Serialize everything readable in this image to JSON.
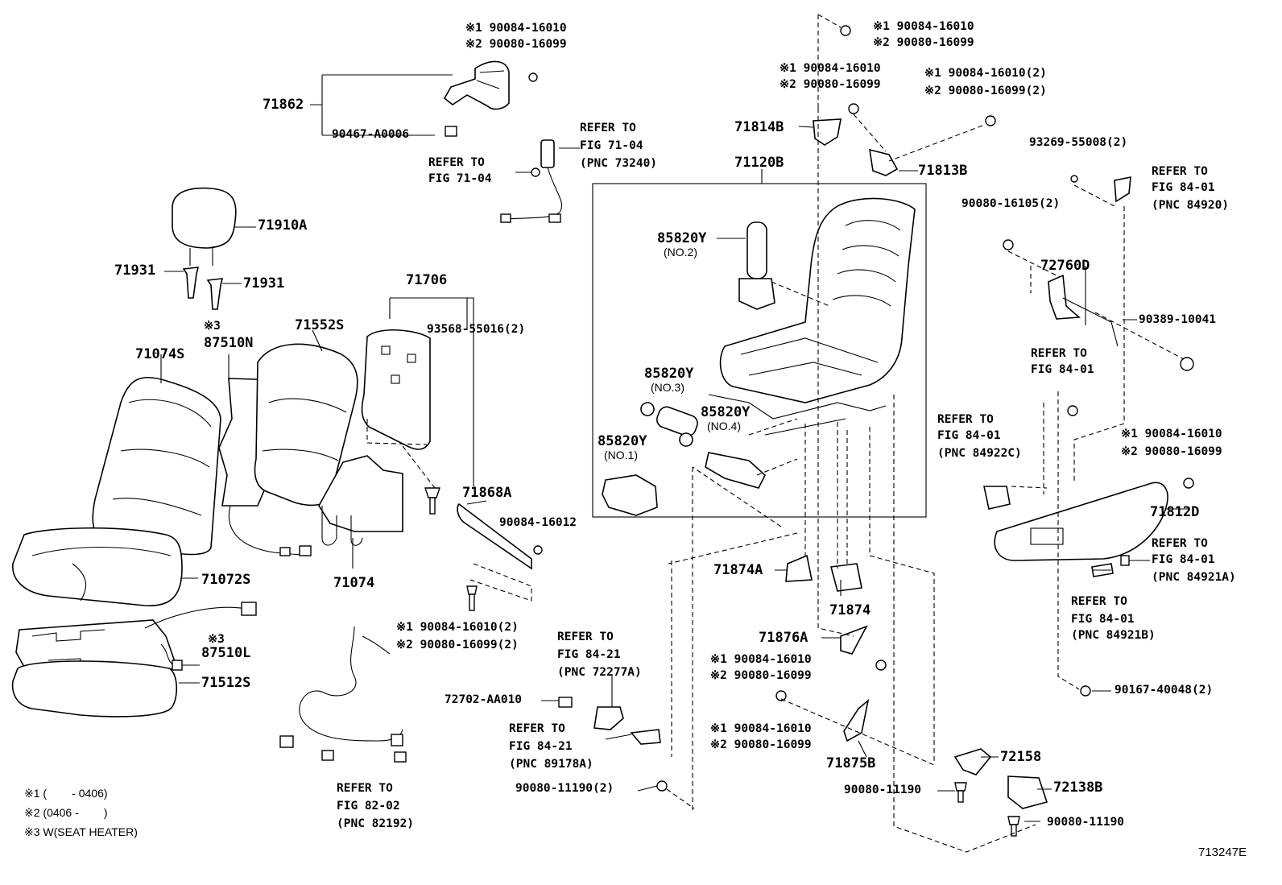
{
  "labels": {
    "p71862": "71862",
    "p90467": "90467-A0006",
    "s1a": "※1 90084-16010",
    "s2a": "※2 90080-16099",
    "refer_seatbelt_l1": "REFER TO",
    "refer_seatbelt_l2": "FIG 71-04",
    "refer_seatbelt2_l1": "REFER TO",
    "refer_seatbelt2_l2": "FIG 71-04",
    "refer_seatbelt2_l3": "(PNC 73240)",
    "p71910A": "71910A",
    "p71931a": "71931",
    "p71931b": "71931",
    "p71706": "71706",
    "p93568": "93568-55016(2)",
    "p71074S": "71074S",
    "p87510N_mark": "※3",
    "p87510N": "87510N",
    "p71552S": "71552S",
    "p71074": "71074",
    "p71868A": "71868A",
    "p90084_16012": "90084-16012",
    "p71072S": "71072S",
    "p87510L_mark": "※3",
    "p87510L": "87510L",
    "p71512S": "71512S",
    "s1b": "※1 90084-16010(2)",
    "s2b": "※2 90080-16099(2)",
    "refer_harness_l1": "REFER TO",
    "refer_harness_l2": "FIG 82-02",
    "refer_harness_l3": "(PNC 82192)",
    "refer_72277_l1": "REFER TO",
    "refer_72277_l2": "FIG 84-21",
    "refer_72277_l3": "(PNC 72277A)",
    "p72702": "72702-AA010",
    "refer_89178_l1": "REFER TO",
    "refer_89178_l2": "FIG 84-21",
    "refer_89178_l3": "(PNC 89178A)",
    "p90080_11190_2": "90080-11190(2)",
    "s1c": "※1 90084-16010",
    "s2c": "※2 90080-16099",
    "s1d": "※1 90084-16010",
    "s2d": "※2 90080-16099",
    "s1e": "※1 90084-16010(2)",
    "s2e": "※2 90080-16099(2)",
    "p71814B": "71814B",
    "p71813B": "71813B",
    "p71120B": "71120B",
    "p85820Y_2": "85820Y",
    "p85820Y_2_no": "(NO.2)",
    "p85820Y_3": "85820Y",
    "p85820Y_3_no": "(NO.3)",
    "p85820Y_4": "85820Y",
    "p85820Y_4_no": "(NO.4)",
    "p85820Y_1": "85820Y",
    "p85820Y_1_no": "(NO.1)",
    "p71874A": "71874A",
    "p71874": "71874",
    "p71876A": "71876A",
    "s1f": "※1 90084-16010",
    "s2f": "※2 90080-16099",
    "s1g": "※1 90084-16010",
    "s2g": "※2 90080-16099",
    "p71875B": "71875B",
    "p90080_11190_a": "90080-11190",
    "p72158": "72158",
    "p72138B": "72138B",
    "p90080_11190_b": "90080-11190",
    "p93269": "93269-55008(2)",
    "refer_84920_l1": "REFER TO",
    "refer_84920_l2": "FIG 84-01",
    "refer_84920_l3": "(PNC 84920)",
    "p90080_16105": "90080-16105(2)",
    "p72760D": "72760D",
    "p90389": "90389-10041",
    "refer_8401_l1": "REFER TO",
    "refer_8401_l2": "FIG 84-01",
    "refer_84922C_l1": "REFER TO",
    "refer_84922C_l2": "FIG 84-01",
    "refer_84922C_l3": "(PNC 84922C)",
    "s1h": "※1 90084-16010",
    "s2h": "※2 90080-16099",
    "p71812D": "71812D",
    "refer_84921A_l1": "REFER TO",
    "refer_84921A_l2": "FIG 84-01",
    "refer_84921A_l3": "(PNC 84921A)",
    "refer_84921B_l1": "REFER TO",
    "refer_84921B_l2": "FIG 84-01",
    "refer_84921B_l3": "(PNC 84921B)",
    "p90167": "90167-40048(2)"
  },
  "notes": {
    "n1": "※1 (        - 0406)",
    "n2": "※2 (0406 -        )",
    "n3": "※3 W(SEAT HEATER)"
  },
  "figure_code": "713247E"
}
